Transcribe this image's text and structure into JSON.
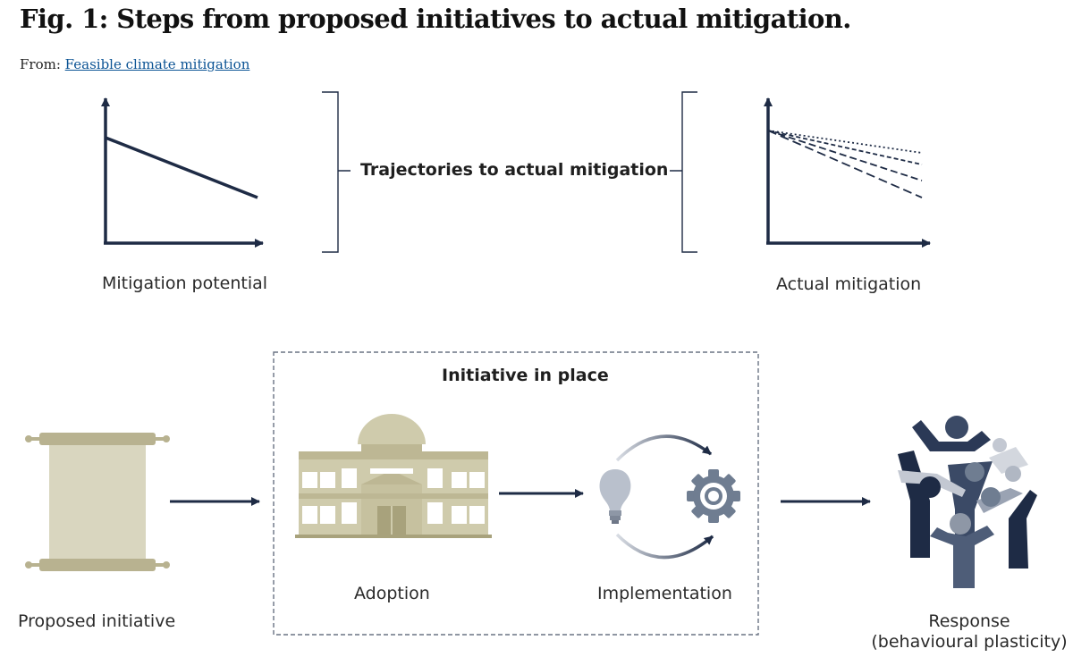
{
  "figure": {
    "title": "Fig. 1: Steps from proposed initiatives to actual mitigation.",
    "from_prefix": "From:",
    "from_link": "Feasible climate mitigation"
  },
  "top": {
    "left_chart_label": "Mitigation potential",
    "center_label": "Trajectories to actual mitigation",
    "right_chart_label": "Actual mitigation"
  },
  "bottom": {
    "box_title": "Initiative in place",
    "proposed_label": "Proposed initiative",
    "adoption_label": "Adoption",
    "implementation_label": "Implementation",
    "response_label_line1": "Response",
    "response_label_line2": "(behavioural plasticity)"
  },
  "colors": {
    "navy": "#1e2b45",
    "scroll": "#d9d6bf",
    "scroll_dark": "#b8b290",
    "building": "#cfcbac",
    "building_dark": "#a8a27c",
    "gear": "#6f7d91",
    "bulb": "#b9c0cc"
  },
  "icons": [
    "scroll-icon",
    "building-icon",
    "lightbulb-icon",
    "gear-icon",
    "people-group-icon"
  ]
}
